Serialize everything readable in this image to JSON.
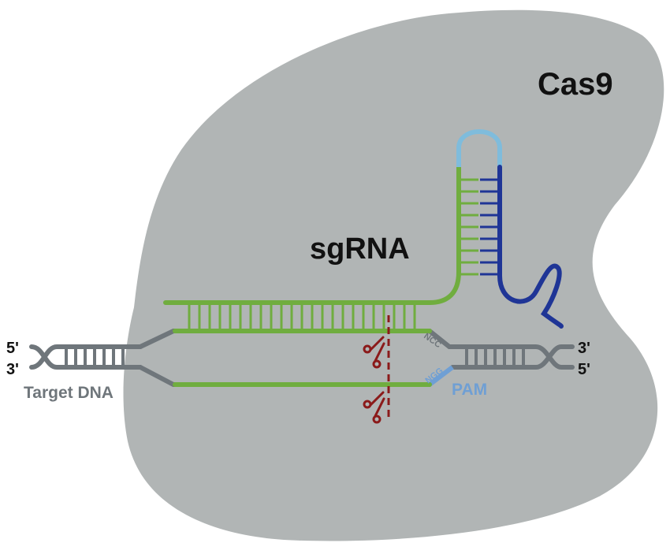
{
  "labels": {
    "cas9": "Cas9",
    "sgrna": "sgRNA",
    "target_dna": "Target DNA",
    "pam": "PAM",
    "ncc": "NCC",
    "ngg": "NGG",
    "five_prime_left": "5'",
    "three_prime_left": "3'",
    "three_prime_right": "3'",
    "five_prime_right": "5'"
  },
  "colors": {
    "cas9_body": "#b1b5b5",
    "dna": "#6f767b",
    "sgrna": "#70ad3f",
    "hairpin_partner": "#1f3596",
    "loop": "#7fbcdc",
    "pam": "#6f9fd4",
    "cut_site": "#8b1a1a",
    "text": "#111111"
  },
  "icons": {
    "scissors": "scissors-icon"
  }
}
